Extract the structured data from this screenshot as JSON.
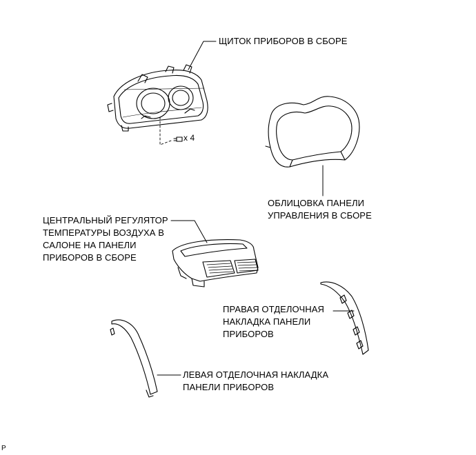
{
  "labels": {
    "cluster": [
      "ЩИТОК ПРИБОРОВ В СБОРЕ"
    ],
    "screws": [
      "x 4"
    ],
    "bezel": [
      "ОБЛИЦОВКА ПАНЕЛИ",
      "УПРАВЛЕНИЯ В СБОРЕ"
    ],
    "center_vent": [
      "ЦЕНТРАЛЬНЫЙ РЕГУЛЯТОР",
      "ТЕМПЕРАТУРЫ ВОЗДУХА В",
      "САЛОНЕ НА ПАНЕЛИ",
      "ПРИБОРОВ В СБОРЕ"
    ],
    "right_trim": [
      "ПРАВАЯ ОТДЕЛОЧНАЯ",
      "НАКЛАДКА ПАНЕЛИ",
      "ПРИБОРОВ"
    ],
    "left_trim": [
      "ЛЕВАЯ ОТДЕЛОЧНАЯ НАКЛАДКА",
      "ПАНЕЛИ ПРИБОРОВ"
    ],
    "corner": "P"
  }
}
